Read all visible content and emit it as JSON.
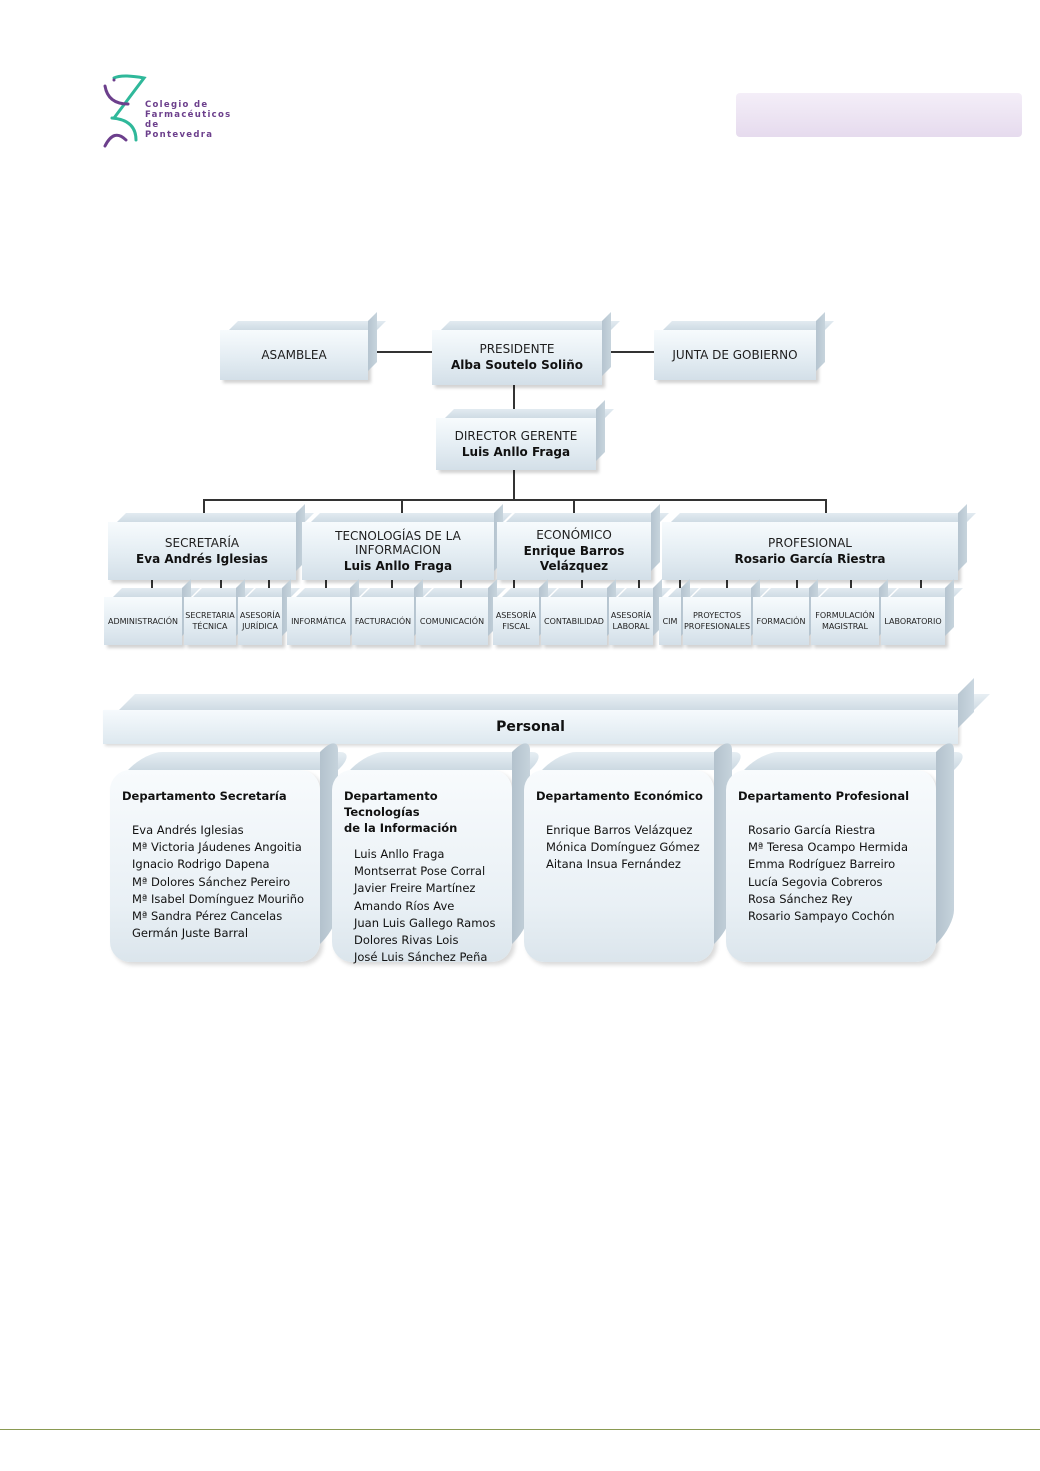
{
  "logo": {
    "line1": "Colegio de",
    "line2": "Farmacéuticos",
    "line3": "de Pontevedra"
  },
  "colors": {
    "logo_purple": "#6c3f8c",
    "logo_green": "#2fb89a",
    "footer_line": "#8a9a52"
  },
  "top": {
    "asamblea": "ASAMBLEA",
    "presidente": {
      "label": "PRESIDENTE",
      "name": "Alba Soutelo Soliño"
    },
    "junta": "JUNTA  DE GOBIERNO",
    "director": {
      "label": "DIRECTOR  GERENTE",
      "name": "Luis Anllo Fraga"
    }
  },
  "areas": {
    "secretaria": {
      "label": "SECRETARÍA",
      "name": "Eva Andrés Iglesias"
    },
    "tecnologias": {
      "label1": "TECNOLOGÍAS  DE LA",
      "label2": "INFORMACION",
      "name": "Luis Anllo Fraga"
    },
    "economico": {
      "label": "ECONÓMICO",
      "name": "Enrique  Barros  Velázquez"
    },
    "profesional": {
      "label": "PROFESIONAL",
      "name": "Rosario  García  Riestra"
    }
  },
  "sub": {
    "administracion": "ADMINISTRACIÓN",
    "secretaria_tecnica_1": "SECRETARIA",
    "secretaria_tecnica_2": "TÉCNICA",
    "asesoria_juridica_1": "ASESORÍA",
    "asesoria_juridica_2": "JURÍDICA",
    "informatica": "INFORMÁTICA",
    "facturacion": "FACTURACIÓN",
    "comunicacion": "COMUNICACIÓN",
    "asesoria_fiscal_1": "ASESORÍA",
    "asesoria_fiscal_2": "FISCAL",
    "contabilidad": "CONTABILIDAD",
    "asesoria_laboral_1": "ASESORÍA",
    "asesoria_laboral_2": "LABORAL",
    "cim": "CIM",
    "proyectos_1": "PROYECTOS",
    "proyectos_2": "PROFESIONALES",
    "formacion": "FORMACIÓN",
    "formulacion_1": "FORMULACIÓN",
    "formulacion_2": "MAGISTRAL",
    "laboratorio": "LABORATORIO"
  },
  "personal": {
    "title": "Personal",
    "departments": [
      {
        "title1": "Departamento Secretaría",
        "title2": "",
        "members": [
          "Eva Andrés Iglesias",
          "Mª Victoria Jáudenes Angoitia",
          "Ignacio Rodrigo Dapena",
          "Mª Dolores Sánchez Pereiro",
          "Mª Isabel Domínguez Mouriño",
          "Mª Sandra Pérez Cancelas",
          "Germán Juste Barral"
        ]
      },
      {
        "title1": "Departamento Tecnologías",
        "title2": "de la Información",
        "members": [
          "Luis Anllo Fraga",
          "Montserrat Pose Corral",
          "Javier Freire Martínez",
          "Amando Ríos Ave",
          "Juan Luis Gallego Ramos",
          "Dolores Rivas Lois",
          "José Luis Sánchez Peña"
        ]
      },
      {
        "title1": "Departamento Económico",
        "title2": "",
        "members": [
          "Enrique Barros Velázquez",
          "Mónica Domínguez Gómez",
          "Aitana Insua Fernández"
        ]
      },
      {
        "title1": "Departamento Profesional",
        "title2": "",
        "members": [
          "Rosario García Riestra",
          "Mª Teresa Ocampo Hermida",
          "Emma Rodríguez Barreiro",
          "Lucía Segovia Cobreros",
          "Rosa Sánchez Rey",
          "Rosario Sampayo Cochón"
        ]
      }
    ]
  }
}
